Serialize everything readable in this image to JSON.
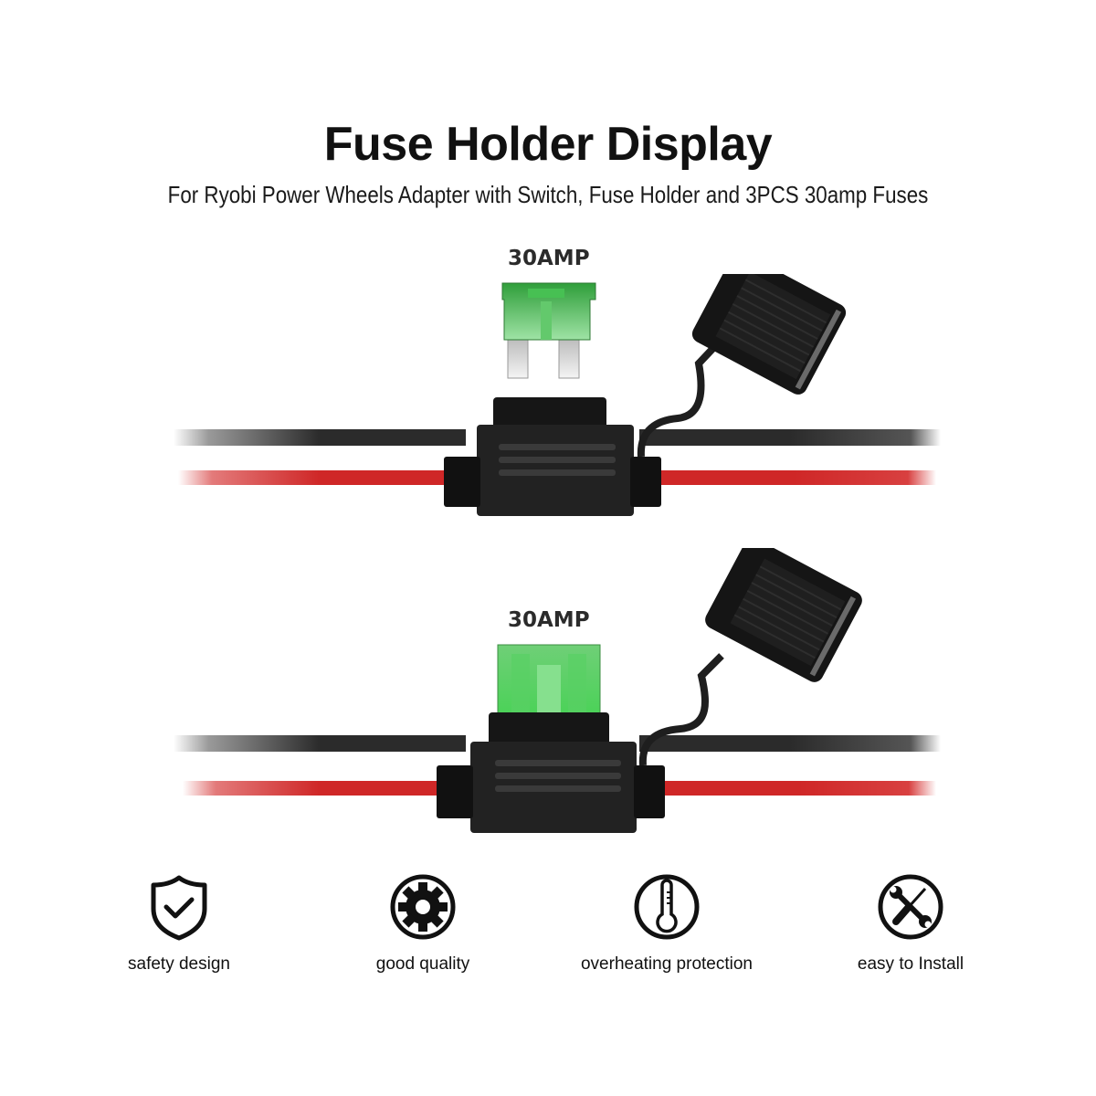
{
  "header": {
    "title": "Fuse Holder Display",
    "subtitle": "For Ryobi Power Wheels Adapter with Switch, Fuse Holder and 3PCS 30amp Fuses"
  },
  "illustrations": [
    {
      "id": "fuse-removed",
      "fuse_label": "30AMP",
      "fuse_state": "removed",
      "fuse_color": "#3cb043"
    },
    {
      "id": "fuse-inserted",
      "fuse_label": "30AMP",
      "fuse_state": "inserted",
      "fuse_color": "#5fd16a"
    }
  ],
  "colors": {
    "wire_black": "#2a2a2a",
    "wire_red": "#d42a2a",
    "holder": "#1c1c1c"
  },
  "features": [
    {
      "icon": "shield-check-icon",
      "label": "safety design"
    },
    {
      "icon": "gear-icon",
      "label": "good quality"
    },
    {
      "icon": "thermometer-icon",
      "label": "overheating protection"
    },
    {
      "icon": "tools-icon",
      "label": "easy to Install"
    }
  ]
}
